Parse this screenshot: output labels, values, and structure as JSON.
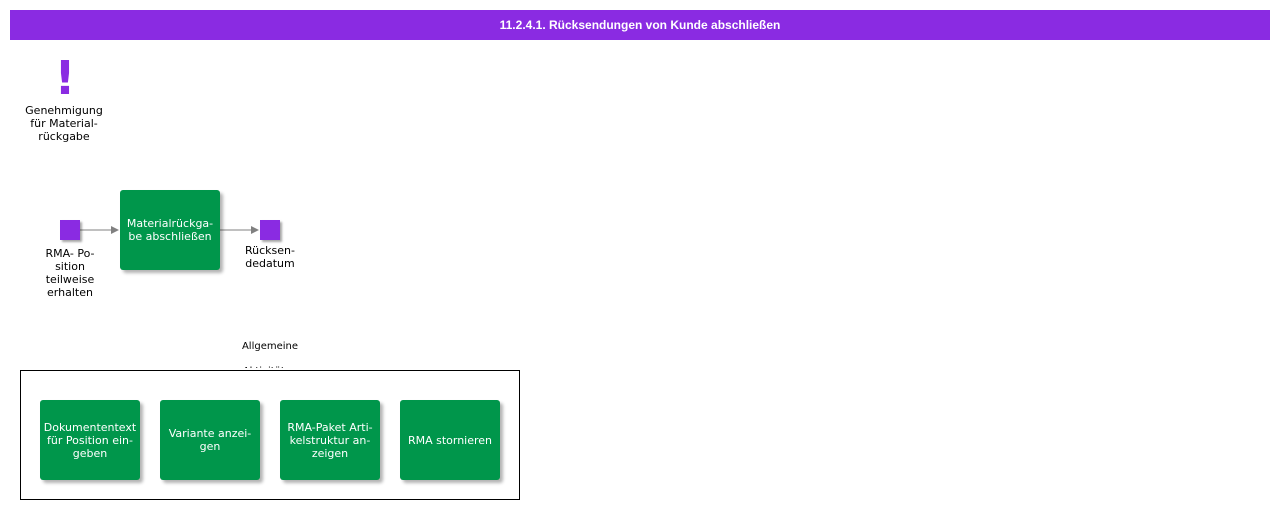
{
  "header": {
    "title": "11.2.4.1. Rücksendungen von Kunde abschließen"
  },
  "annotation": {
    "label": "Genehmigung\nfür      Material-\nrückgabe"
  },
  "flow": {
    "start_event": "RMA- Po-\nsition\nteilweise\nerhalten",
    "function": "Materialrückga-\nbe abschließen",
    "end_event": "Rücksen-\ndedatum"
  },
  "group": {
    "label": "Allgemeine\nAktivitäten",
    "functions": [
      "Dokumententext\nfür Position ein-\ngeben",
      "Variante anzei-\ngen",
      "RMA-Paket Arti-\nkelstruktur an-\nzeigen",
      "RMA stornieren"
    ]
  },
  "colors": {
    "header": "#8a2be2",
    "event": "#8a2be2",
    "function": "#00964b",
    "arrow": "#808080"
  },
  "icons": {
    "annotation": "exclamation-icon"
  }
}
